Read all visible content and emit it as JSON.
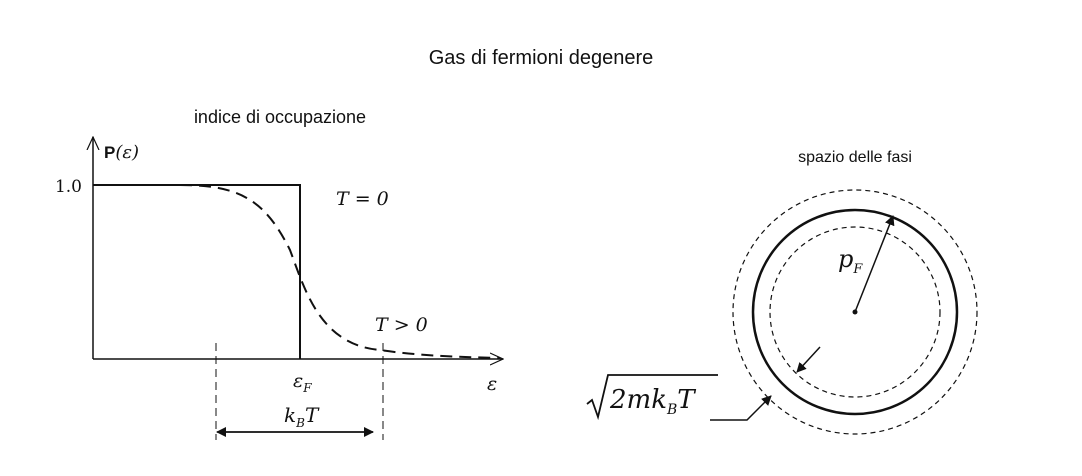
{
  "title": "Gas di fermioni degenere",
  "left_panel": {
    "title": "indice di occupazione",
    "y_axis_label_bold": "P",
    "y_axis_label_rest": "(ε)",
    "y_tick": "1.0",
    "x_axis_label": "ε",
    "fermi_label": "ε",
    "fermi_sub": "F",
    "curve_t0": "T = 0",
    "curve_tpos": "T > 0",
    "width_label": "k",
    "width_sub": "B",
    "width_rest": "T"
  },
  "right_panel": {
    "title": "spazio delle fasi",
    "radius_label": "p",
    "radius_sub": "F",
    "shell_label_main": "2mk",
    "shell_label_sub": "B",
    "shell_label_rest": "T"
  }
}
